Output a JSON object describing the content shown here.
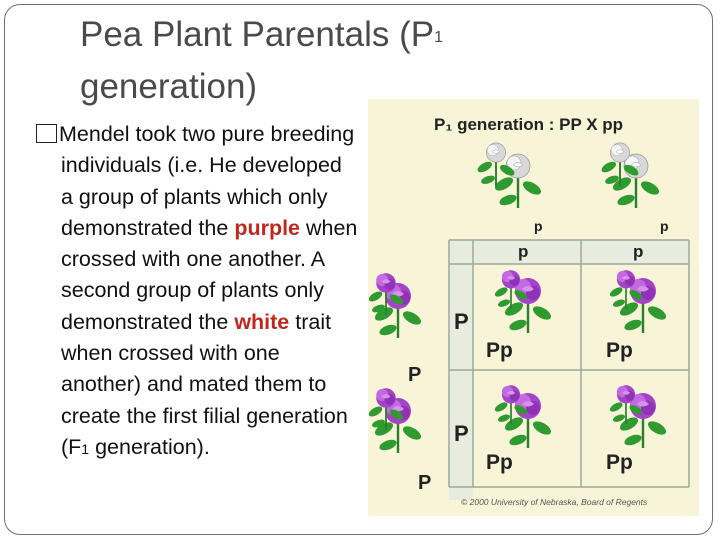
{
  "slide": {
    "title_main": "Pea Plant Parentals (P",
    "title_sub": "1",
    "title_tail": "generation)",
    "body": {
      "seg1": "Mendel took two pure breeding individuals (i.e. He developed a group of plants which only demonstrated the ",
      "purple_word": "purple",
      "seg2": " when crossed with one another. A second group of plants only demonstrated the ",
      "white_word": "white",
      "seg3": " trait when crossed with one another) and mated them to create the first filial generation (F",
      "f_sub": "1",
      "seg4": " generation)."
    }
  },
  "figure": {
    "header": "P₁ generation : PP X pp",
    "parent_white_label_1": "p",
    "parent_white_label_2": "p",
    "col_label_1": "p",
    "col_label_2": "p",
    "row_label_1": "P",
    "row_label_2": "P",
    "parent_purple_label_1": "P",
    "parent_purple_label_2": "P",
    "cell_1": "Pp",
    "cell_2": "Pp",
    "cell_3": "Pp",
    "cell_4": "Pp",
    "copyright": "© 2000 University of Nebraska, Board of Regents",
    "colors": {
      "purple_flower": "#b24fd0",
      "white_flower": "#e6e6e6",
      "leaf": "#2f9a2f",
      "background": "#f7f4d8",
      "grid": "#9aa99a"
    }
  }
}
